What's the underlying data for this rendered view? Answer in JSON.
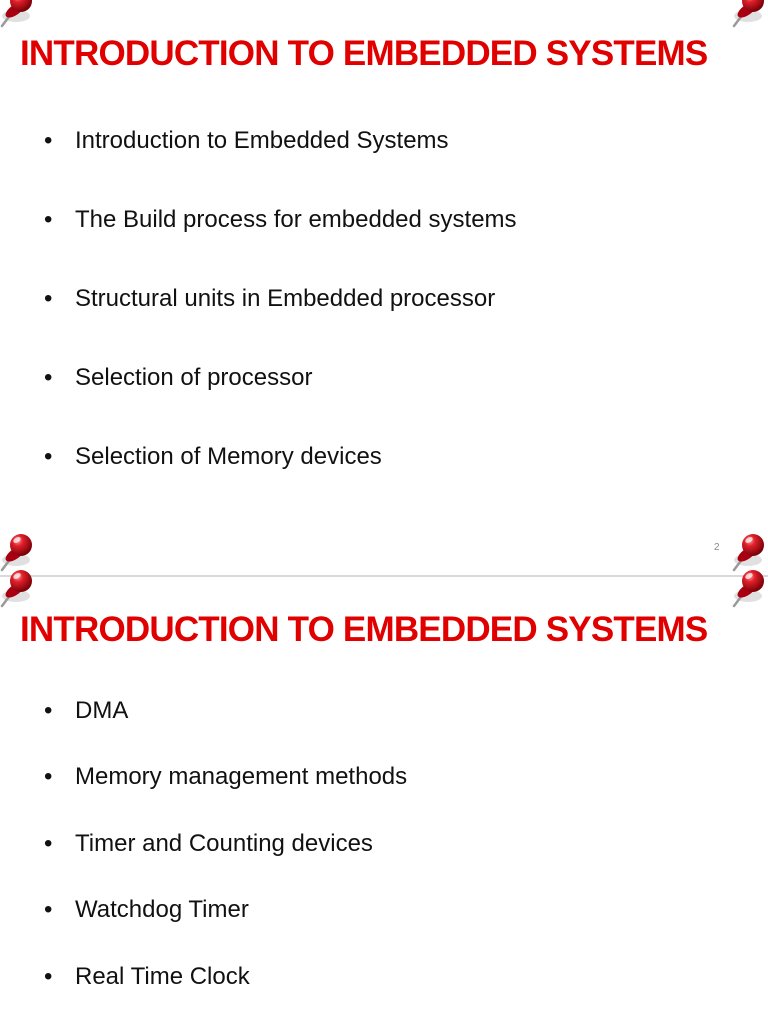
{
  "slides": [
    {
      "title": "INTRODUCTION TO EMBEDDED SYSTEMS",
      "bullets": [
        "Introduction to Embedded Systems",
        "The Build process for embedded systems",
        "Structural units in Embedded processor",
        "Selection of processor",
        "Selection of Memory devices"
      ],
      "slide_number": "2"
    },
    {
      "title": "INTRODUCTION TO EMBEDDED SYSTEMS",
      "bullets": [
        "DMA",
        "Memory management methods",
        "Timer and Counting devices",
        "Watchdog Timer",
        "Real Time Clock"
      ]
    }
  ],
  "bullet_glyph": "•",
  "icons": {
    "pin": "pushpin-icon"
  },
  "colors": {
    "title": "#e00000",
    "body_text": "#111111",
    "pin": "#c8141e"
  }
}
